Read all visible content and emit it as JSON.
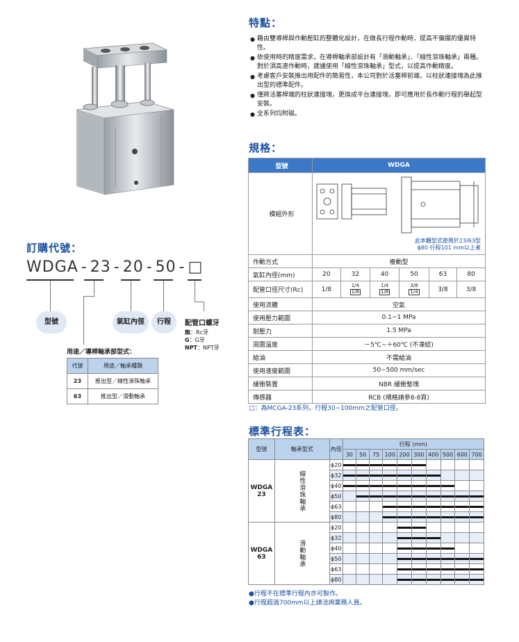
{
  "order": {
    "title": "訂購代號：",
    "code_parts": [
      "WDGA",
      "23",
      "20",
      "50",
      "□"
    ],
    "code_dash": "-",
    "labels": {
      "model": "型號",
      "bore": "氣缸內徑",
      "stroke": "行程",
      "port": "配管口螺牙"
    },
    "port_options": [
      {
        "key": "無",
        "value": "Rc牙"
      },
      {
        "key": "G",
        "value": "G牙"
      },
      {
        "key": "NPT",
        "value": "NPT牙"
      }
    ],
    "usage_label": "用途／導桿軸承部型式：",
    "usage_table": {
      "headers": [
        "代號",
        "用途／軸承種類"
      ],
      "rows": [
        [
          "23",
          "推出型／線性滾珠軸承"
        ],
        [
          "63",
          "推出型／滑動軸承"
        ]
      ]
    }
  },
  "features": {
    "title": "特點：",
    "items": [
      "藉由雙導桿與作動壓缸的整體化設計，在做長行程作動時，提高不偏擺的優異特性。",
      "依使用時的精度需求，在導桿軸承部設計有「滑動軸承」、「線性滾珠軸承」兩種。對於須高速作動時，建議使用「線性滾珠軸承」型式，以提高作動精度。",
      "考慮客戶安裝推出用配件的簡易性，本公司對於活塞桿前端，以柱狀連接塊為此推出型的標準配件。",
      "僅將活塞桿端的柱狀連接塊，更換成平台連接塊，即可應用於長作動行程的舉起型安裝。",
      "全系列均附磁。"
    ]
  },
  "spec": {
    "title": "規格：",
    "header": {
      "label": "型號",
      "value": "WDGA"
    },
    "appearance_label": "模組外形",
    "appearance_note_1": "此本體型式使用於23/63型",
    "appearance_note_2": "ϕ80 行程101 mm以上者",
    "action": {
      "label": "作動方式",
      "value": "複動型"
    },
    "bore": {
      "label": "氣缸內徑(mm)",
      "values": [
        "20",
        "32",
        "40",
        "50",
        "63",
        "80"
      ]
    },
    "port": {
      "label": "配管口徑尺寸(Rc)",
      "values": [
        {
          "top": "1/8",
          "boxed": ""
        },
        {
          "top": "1/4",
          "boxed": "1/8"
        },
        {
          "top": "1/4",
          "boxed": "1/8"
        },
        {
          "top": "3/8",
          "boxed": "1/4"
        },
        {
          "top": "3/8",
          "boxed": ""
        },
        {
          "top": "3/8",
          "boxed": ""
        }
      ]
    },
    "rows": [
      {
        "label": "使用流體",
        "value": "空氣"
      },
      {
        "label": "使用壓力範圍",
        "value": "0.1~1 MPa"
      },
      {
        "label": "耐壓力",
        "value": "1.5 MPa"
      },
      {
        "label": "周圍溫度",
        "value": "－5℃~＋60℃ (不凍結)"
      },
      {
        "label": "給油",
        "value": "不需給油"
      },
      {
        "label": "使用速度範圍",
        "value": "50~500 mm/sec"
      },
      {
        "label": "緩衝裝置",
        "value": "NBR 緩衝墊塊"
      },
      {
        "label": "傳感器",
        "value": "RCB (規格請參8-8頁)"
      }
    ],
    "note": "□：為MCGA-23系列，行程30~100mm之配管口徑。"
  },
  "stroke": {
    "title": "標準行程表：",
    "headers": {
      "model": "型號",
      "bearing": "軸承型式",
      "bore": "內徑",
      "stroke": "行程 (mm)"
    },
    "strokes": [
      "30",
      "50",
      "75",
      "100",
      "200",
      "300",
      "400",
      "500",
      "600",
      "700"
    ],
    "groups": [
      {
        "model": "WDGA",
        "model_code": "23",
        "bearing": "線性滾珠軸承",
        "rows": [
          {
            "bore": "ϕ20",
            "bars": [
              1,
              1,
              1,
              1,
              1,
              1,
              0,
              0,
              0,
              0
            ]
          },
          {
            "bore": "ϕ32",
            "bars": [
              1,
              1,
              1,
              1,
              1,
              1,
              1,
              0,
              0,
              0
            ]
          },
          {
            "bore": "ϕ40",
            "bars": [
              1,
              1,
              1,
              1,
              1,
              1,
              1,
              1,
              0,
              0
            ]
          },
          {
            "bore": "ϕ50",
            "bars": [
              0,
              1,
              1,
              1,
              1,
              1,
              1,
              1,
              1,
              1
            ]
          },
          {
            "bore": "ϕ63",
            "bars": [
              0,
              0,
              0,
              1,
              1,
              1,
              1,
              1,
              1,
              1
            ]
          },
          {
            "bore": "ϕ80",
            "bars": [
              0,
              0,
              0,
              1,
              1,
              1,
              1,
              1,
              1,
              1
            ]
          }
        ]
      },
      {
        "model": "WDGA",
        "model_code": "63",
        "bearing": "滑動軸承",
        "rows": [
          {
            "bore": "ϕ20",
            "bars": [
              0,
              0,
              0,
              0,
              1,
              1,
              0,
              0,
              0,
              0
            ]
          },
          {
            "bore": "ϕ32",
            "bars": [
              0,
              0,
              0,
              0,
              1,
              1,
              1,
              0,
              0,
              0
            ]
          },
          {
            "bore": "ϕ40",
            "bars": [
              0,
              0,
              0,
              0,
              1,
              1,
              1,
              1,
              0,
              0
            ]
          },
          {
            "bore": "ϕ50",
            "bars": [
              0,
              0,
              0,
              0,
              1,
              1,
              1,
              1,
              1,
              1
            ]
          },
          {
            "bore": "ϕ63",
            "bars": [
              0,
              0,
              0,
              0,
              1,
              1,
              1,
              1,
              1,
              1
            ]
          },
          {
            "bore": "ϕ80",
            "bars": [
              0,
              0,
              0,
              0,
              1,
              1,
              1,
              1,
              1,
              1
            ]
          }
        ]
      }
    ],
    "notes": [
      "●行程不在標準行程內亦可製作。",
      "●行程超過700mm以上請洽詢業務人員。"
    ]
  },
  "colors": {
    "accent": "#1a4fa0",
    "header_blue": "#3b78c8",
    "light_blue": "#bcd3ee"
  }
}
